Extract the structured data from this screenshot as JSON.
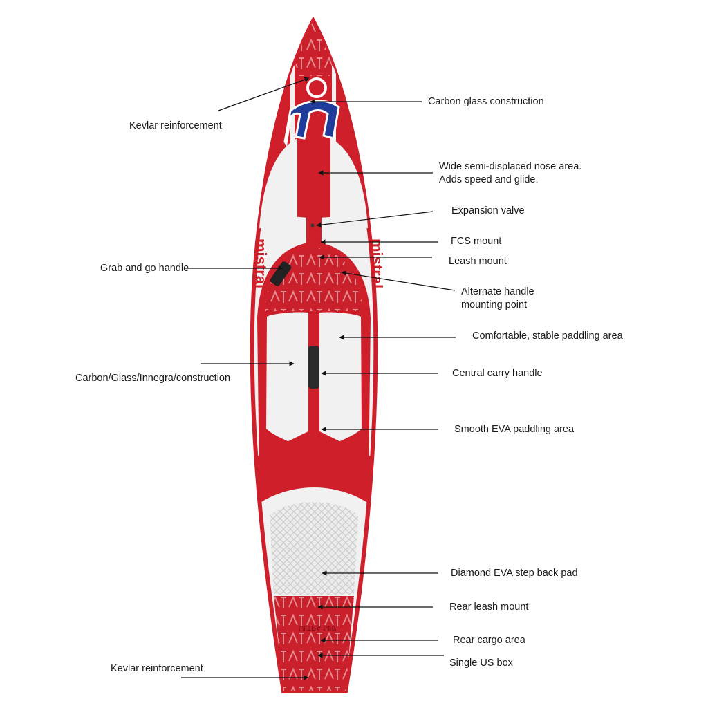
{
  "colors": {
    "board_red": "#cf1f2a",
    "board_red_dark": "#a8141f",
    "board_white": "#f1f1f1",
    "logo_blue": "#1f3c9a",
    "text": "#1a1a1a",
    "leader_line": "#111111"
  },
  "board": {
    "brand_logo_letter": "m",
    "brand_wordmark": "mistral",
    "tail_model_text": "ULTRA 14'0\""
  },
  "callouts": [
    {
      "id": "kevlar-nose",
      "lines": [
        "Kevlar reinforcement"
      ],
      "side": "left"
    },
    {
      "id": "carbon-glass",
      "lines": [
        "Carbon glass construction"
      ],
      "side": "right"
    },
    {
      "id": "nose-area",
      "lines": [
        "Wide semi-displaced nose area.",
        "Adds speed and glide."
      ],
      "side": "right"
    },
    {
      "id": "expansion-valve",
      "lines": [
        "Expansion valve"
      ],
      "side": "right"
    },
    {
      "id": "fcs-mount",
      "lines": [
        "FCS mount"
      ],
      "side": "right"
    },
    {
      "id": "leash-mount",
      "lines": [
        "Leash mount"
      ],
      "side": "right"
    },
    {
      "id": "grab-handle",
      "lines": [
        "Grab and go handle"
      ],
      "side": "left"
    },
    {
      "id": "alt-handle",
      "lines": [
        "Alternate handle",
        "mounting point"
      ],
      "side": "right"
    },
    {
      "id": "paddling-area",
      "lines": [
        "Comfortable, stable paddling area"
      ],
      "side": "right"
    },
    {
      "id": "carbon-innegra",
      "lines": [
        "Carbon/Glass/Innegra/construction"
      ],
      "side": "left"
    },
    {
      "id": "carry-handle",
      "lines": [
        "Central carry handle"
      ],
      "side": "right"
    },
    {
      "id": "eva-area",
      "lines": [
        "Smooth EVA paddling area"
      ],
      "side": "right"
    },
    {
      "id": "step-back-pad",
      "lines": [
        "Diamond EVA step back pad"
      ],
      "side": "right"
    },
    {
      "id": "rear-leash",
      "lines": [
        "Rear leash mount"
      ],
      "side": "right"
    },
    {
      "id": "rear-cargo",
      "lines": [
        "Rear cargo area"
      ],
      "side": "right"
    },
    {
      "id": "us-box",
      "lines": [
        "Single US box"
      ],
      "side": "right"
    },
    {
      "id": "kevlar-tail",
      "lines": [
        "Kevlar reinforcement"
      ],
      "side": "left"
    }
  ]
}
